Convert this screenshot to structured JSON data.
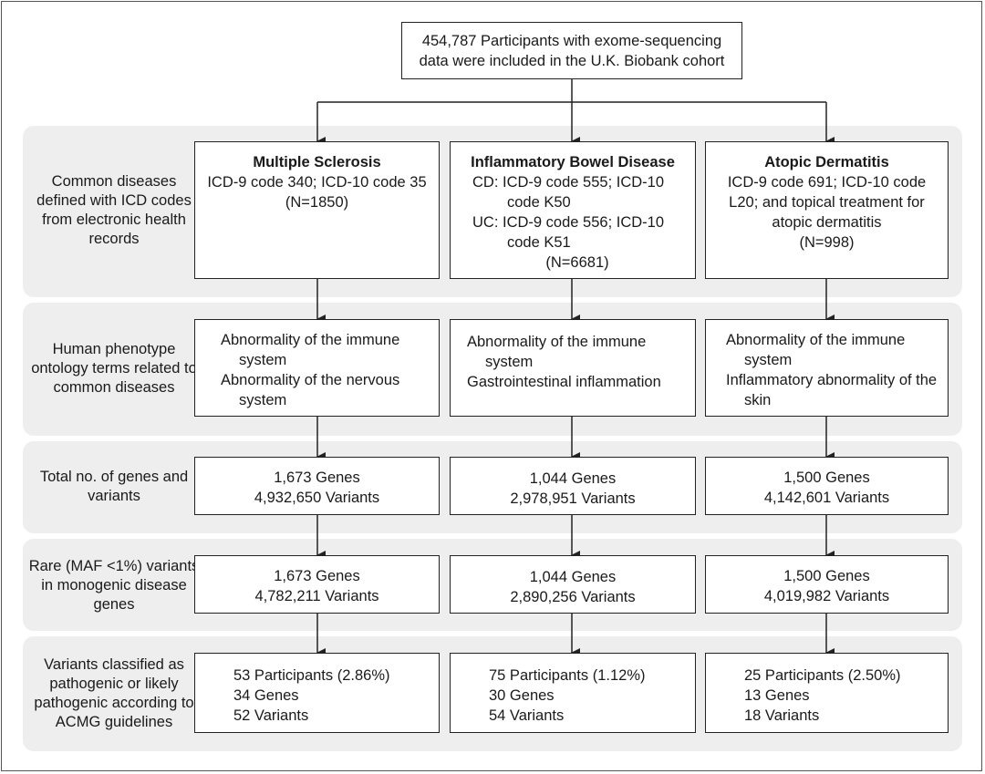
{
  "top_box": {
    "line1": "454,787 Participants with exome-sequencing",
    "line2": "data were included in the U.K. Biobank cohort"
  },
  "rows": {
    "diseases": "Common diseases defined with ICD codes from electronic health records",
    "hpo": "Human phenotype ontology terms related to common diseases",
    "total": "Total no. of genes and variants",
    "rare": "Rare (MAF <1%) variants in monogenic disease genes",
    "classified": "Variants classified as pathogenic or likely pathogenic according to ACMG guidelines"
  },
  "ms": {
    "title": "Multiple Sclerosis",
    "codes": "ICD-9 code 340; ICD-10 code 35",
    "n": "(N=1850)",
    "hpo1": "Abnormality of the immune system",
    "hpo2": "Abnormality of the nervous system",
    "total_genes": "1,673 Genes",
    "total_variants": "4,932,650 Variants",
    "rare_genes": "1,673 Genes",
    "rare_variants": "4,782,211 Variants",
    "participants": "53 Participants (2.86%)",
    "genes": "34 Genes",
    "variants": "52 Variants"
  },
  "ibd": {
    "title": "Inflammatory Bowel Disease",
    "cd": "CD: ICD-9 code 555; ICD-10 code K50",
    "uc": "UC: ICD-9 code 556; ICD-10 code K51",
    "n": "(N=6681)",
    "hpo1": "Abnormality of the immune system",
    "hpo2": "Gastrointestinal inflammation",
    "total_genes": "1,044 Genes",
    "total_variants": "2,978,951 Variants",
    "rare_genes": "1,044 Genes",
    "rare_variants": "2,890,256 Variants",
    "participants": "75 Participants (1.12%)",
    "genes": "30 Genes",
    "variants": "54 Variants"
  },
  "ad": {
    "title": "Atopic Dermatitis",
    "codes": "ICD-9 code 691; ICD-10 code L20; and topical treatment for atopic dermatitis",
    "n": "(N=998)",
    "hpo1": "Abnormality of the immune system",
    "hpo2": "Inflammatory abnormality of the skin",
    "total_genes": "1,500 Genes",
    "total_variants": "4,142,601 Variants",
    "rare_genes": "1,500 Genes",
    "rare_variants": "4,019,982 Variants",
    "participants": "25 Participants (2.50%)",
    "genes": "13 Genes",
    "variants": "18 Variants"
  }
}
